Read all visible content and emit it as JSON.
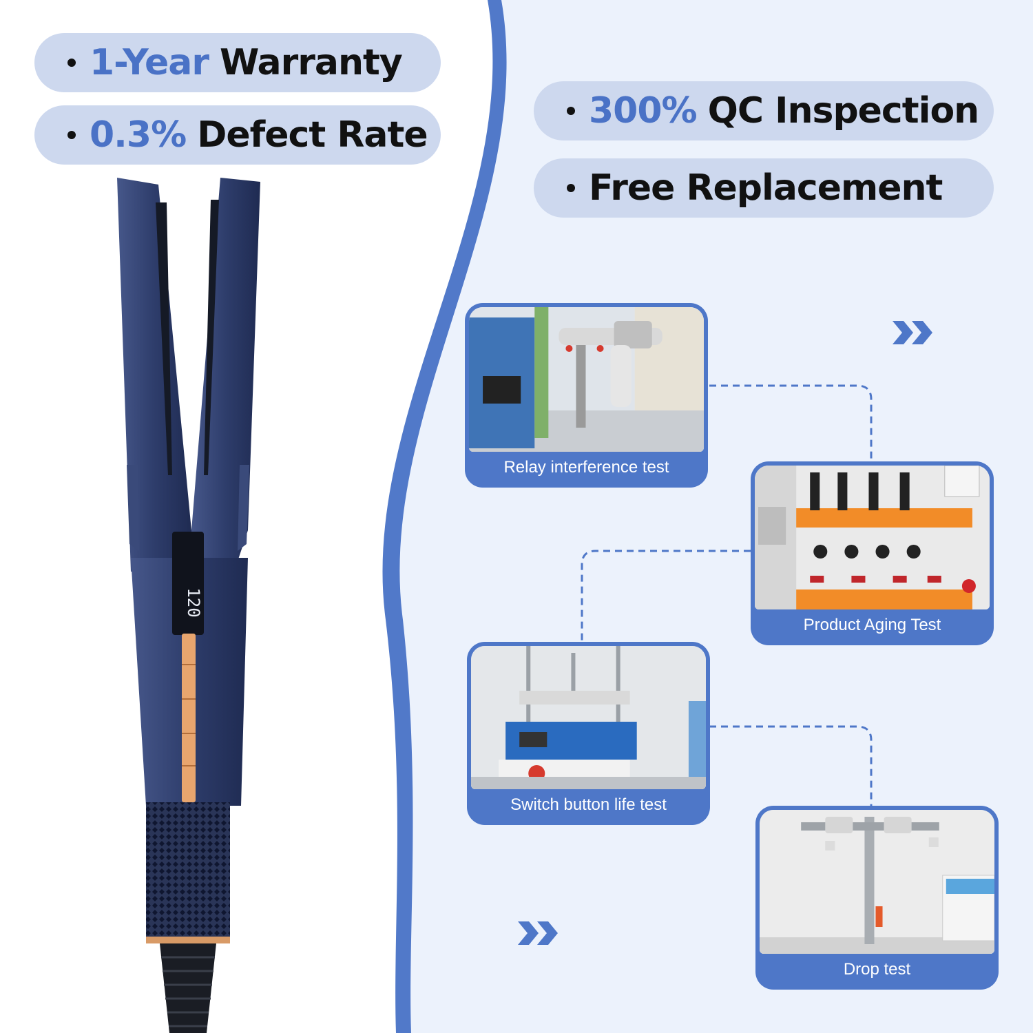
{
  "badges": {
    "warranty": {
      "highlight": "1-Year",
      "text": "Warranty"
    },
    "defect": {
      "highlight": "0.3%",
      "text": "Defect Rate"
    },
    "qc": {
      "highlight": "300%",
      "text": "QC Inspection"
    },
    "replacement": {
      "highlight": "",
      "text": "Free Replacement"
    }
  },
  "product": {
    "display_reading": "120"
  },
  "tests": [
    {
      "caption": "Relay interference test"
    },
    {
      "caption": "Product Aging Test"
    },
    {
      "caption": "Switch button life test"
    },
    {
      "caption": "Drop test"
    }
  ],
  "colors": {
    "accent": "#4a72c6",
    "card": "#4e77c8",
    "pill": "#cdd8ee",
    "panel": "#ecf2fc",
    "product_body": "#2f3f6e",
    "copper": "#e8a56e"
  },
  "icons": [
    "double-chevron-right-icon",
    "double-chevron-right-icon"
  ]
}
